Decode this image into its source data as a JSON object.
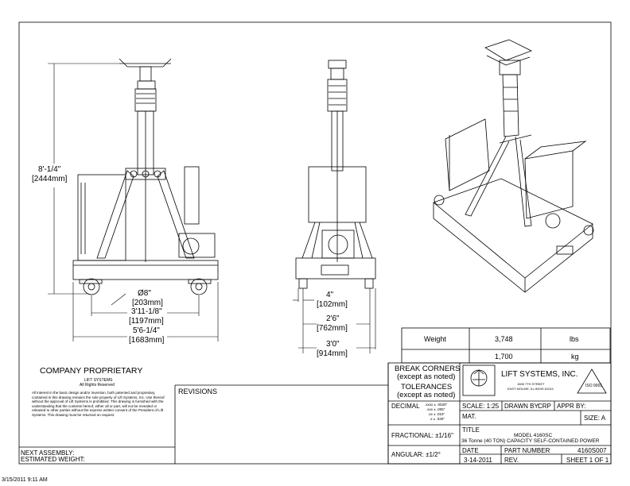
{
  "dimensions": {
    "height": {
      "ft": "8'-1/4\"",
      "mm": "[2444mm]"
    },
    "wheel": {
      "in": "Ø8\"",
      "mm": "[203mm]"
    },
    "width1": {
      "in": "3'11-1/8\"",
      "mm": "[1197mm]"
    },
    "width2": {
      "in": "5'6-1/4\"",
      "mm": "[1683mm]"
    },
    "side1": {
      "in": "4\"",
      "mm": "[102mm]"
    },
    "side2": {
      "in": "2'6\"",
      "mm": "[762mm]"
    },
    "side3": {
      "in": "3'0\"",
      "mm": "[914mm]"
    }
  },
  "weights": {
    "label": "Weight",
    "value_lbs": "3,748",
    "unit_lbs": "lbs",
    "value_kg": "1,700",
    "unit_kg": "kg"
  },
  "proprietary": {
    "heading": "COMPANY PROPRIETARY",
    "company": "LIFT SYSTEMS",
    "rights": "All Rights Reserved",
    "body": "All interest in the basic design and/or invention, both patented and proprietary, contained in this drawing remains the sole property of Lift Systems, Inc. Use thereof without the approval of Lift Systems is prohibited. This drawing is furnished with the understanding that the contents hereof, either all or part, will not be revealed or released to other parties without the express written consent of the President of Lift Systems. This drawing must be returned on request."
  },
  "revisions_label": "REVISIONS",
  "next_assembly": "NEXT ASSEMBLY:",
  "estimated_weight": "ESTIMATED WEIGHT:",
  "title_block": {
    "break_corners": "BREAK CORNERS",
    "except1": "(except as noted)",
    "tolerances": "TOLERANCES",
    "except2": "(except as noted)",
    "company_name": "LIFT SYSTEMS, INC.",
    "address1": "1505 7TH STREET",
    "address2": "EAST MOLINE, ILLINOIS 61244",
    "iso": "ISO 9001",
    "decimal": "DECIMAL",
    "tol_rows": [
      ".xxxx  ± .0020\"",
      ".xxx  ± .005\"",
      ".xx  ± .015\"",
      ".x  ± .030\""
    ],
    "scale": "SCALE: 1:25",
    "drawn_by": "DRAWN BY:",
    "drawn_by_value": "CRP",
    "appr_by": "APPR BY:",
    "mat": "MAT.",
    "size": "SIZE: A",
    "fractional": "FRACTIONAL: ±1/16\"",
    "title_label": "TITLE",
    "model": "MODEL 4160SC",
    "description": "36 Tonne (40 TON) CAPACITY SELF-CONTAINED POWER",
    "angular": "ANGULAR: ±1/2°",
    "date_label": "DATE",
    "date_value": "3-14-2011",
    "part_label": "PART NUMBER",
    "part_value": "4160S007",
    "rev_label": "REV.",
    "sheet": "SHEET 1 OF 1"
  },
  "timestamp": "3/15/2011 9:11 AM"
}
